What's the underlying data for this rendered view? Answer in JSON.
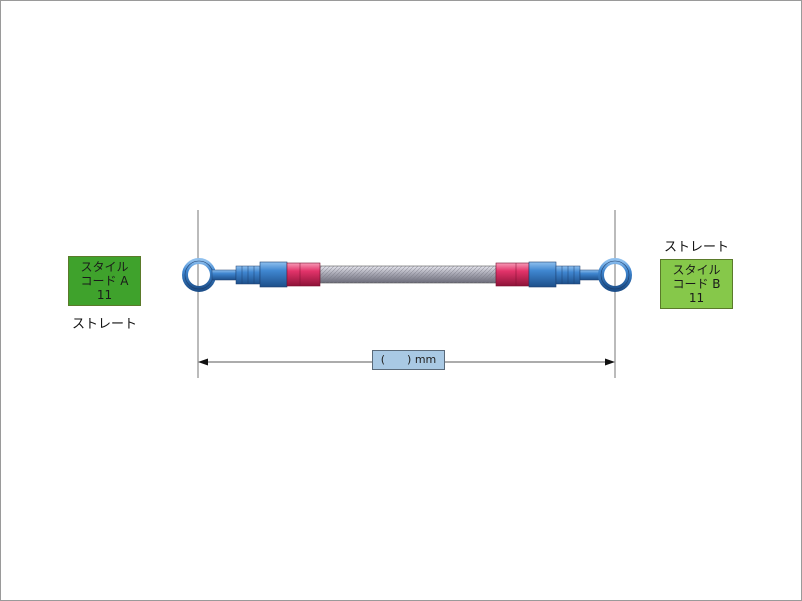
{
  "left_end": {
    "style_line1": "スタイル",
    "style_line2": "コード A",
    "code": "11",
    "type_label": "ストレート",
    "box_color": "#3fa22c"
  },
  "right_end": {
    "style_line1": "スタイル",
    "style_line2": "コード B",
    "code": "11",
    "type_label": "ストレート",
    "box_color": "#86c84a"
  },
  "length": {
    "label": "(　　)  mm",
    "box_color": "#a9c9e4"
  },
  "colors": {
    "fitting_blue": "#2f6fb8",
    "fitting_red": "#d2245a",
    "hose_silver": "#b8b8c0"
  }
}
